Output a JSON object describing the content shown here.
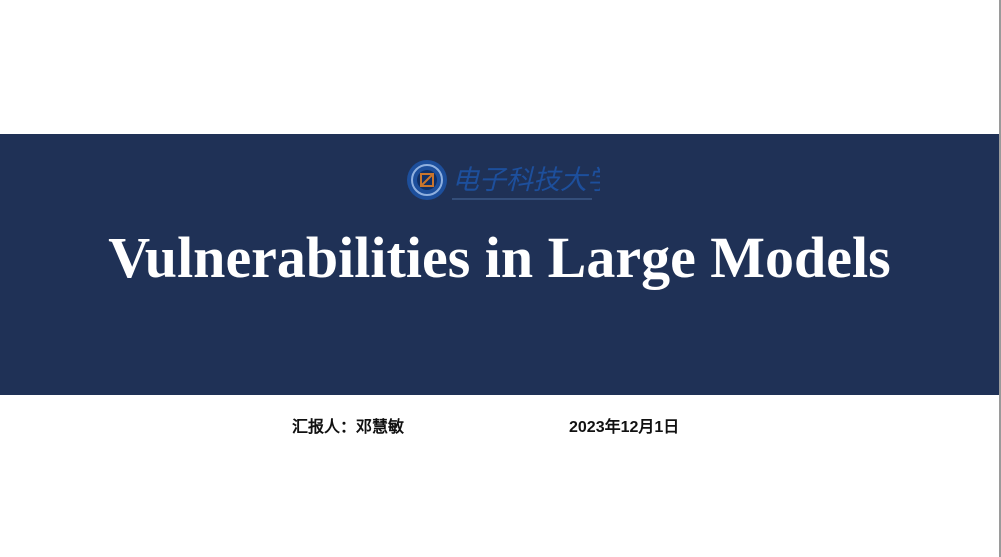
{
  "slide": {
    "title": "Vulnerabilities in Large Models",
    "reporter": "汇报人：邓慧敏",
    "date": "2023年12月1日",
    "logo": {
      "text": "电子科技大学",
      "emblem_icon": "university-seal-icon"
    }
  },
  "colors": {
    "banner": "#1f3156",
    "title_text": "#ffffff",
    "body_text": "#111111",
    "logo_blue": "#1d4f9c",
    "logo_orange": "#c9752d"
  }
}
